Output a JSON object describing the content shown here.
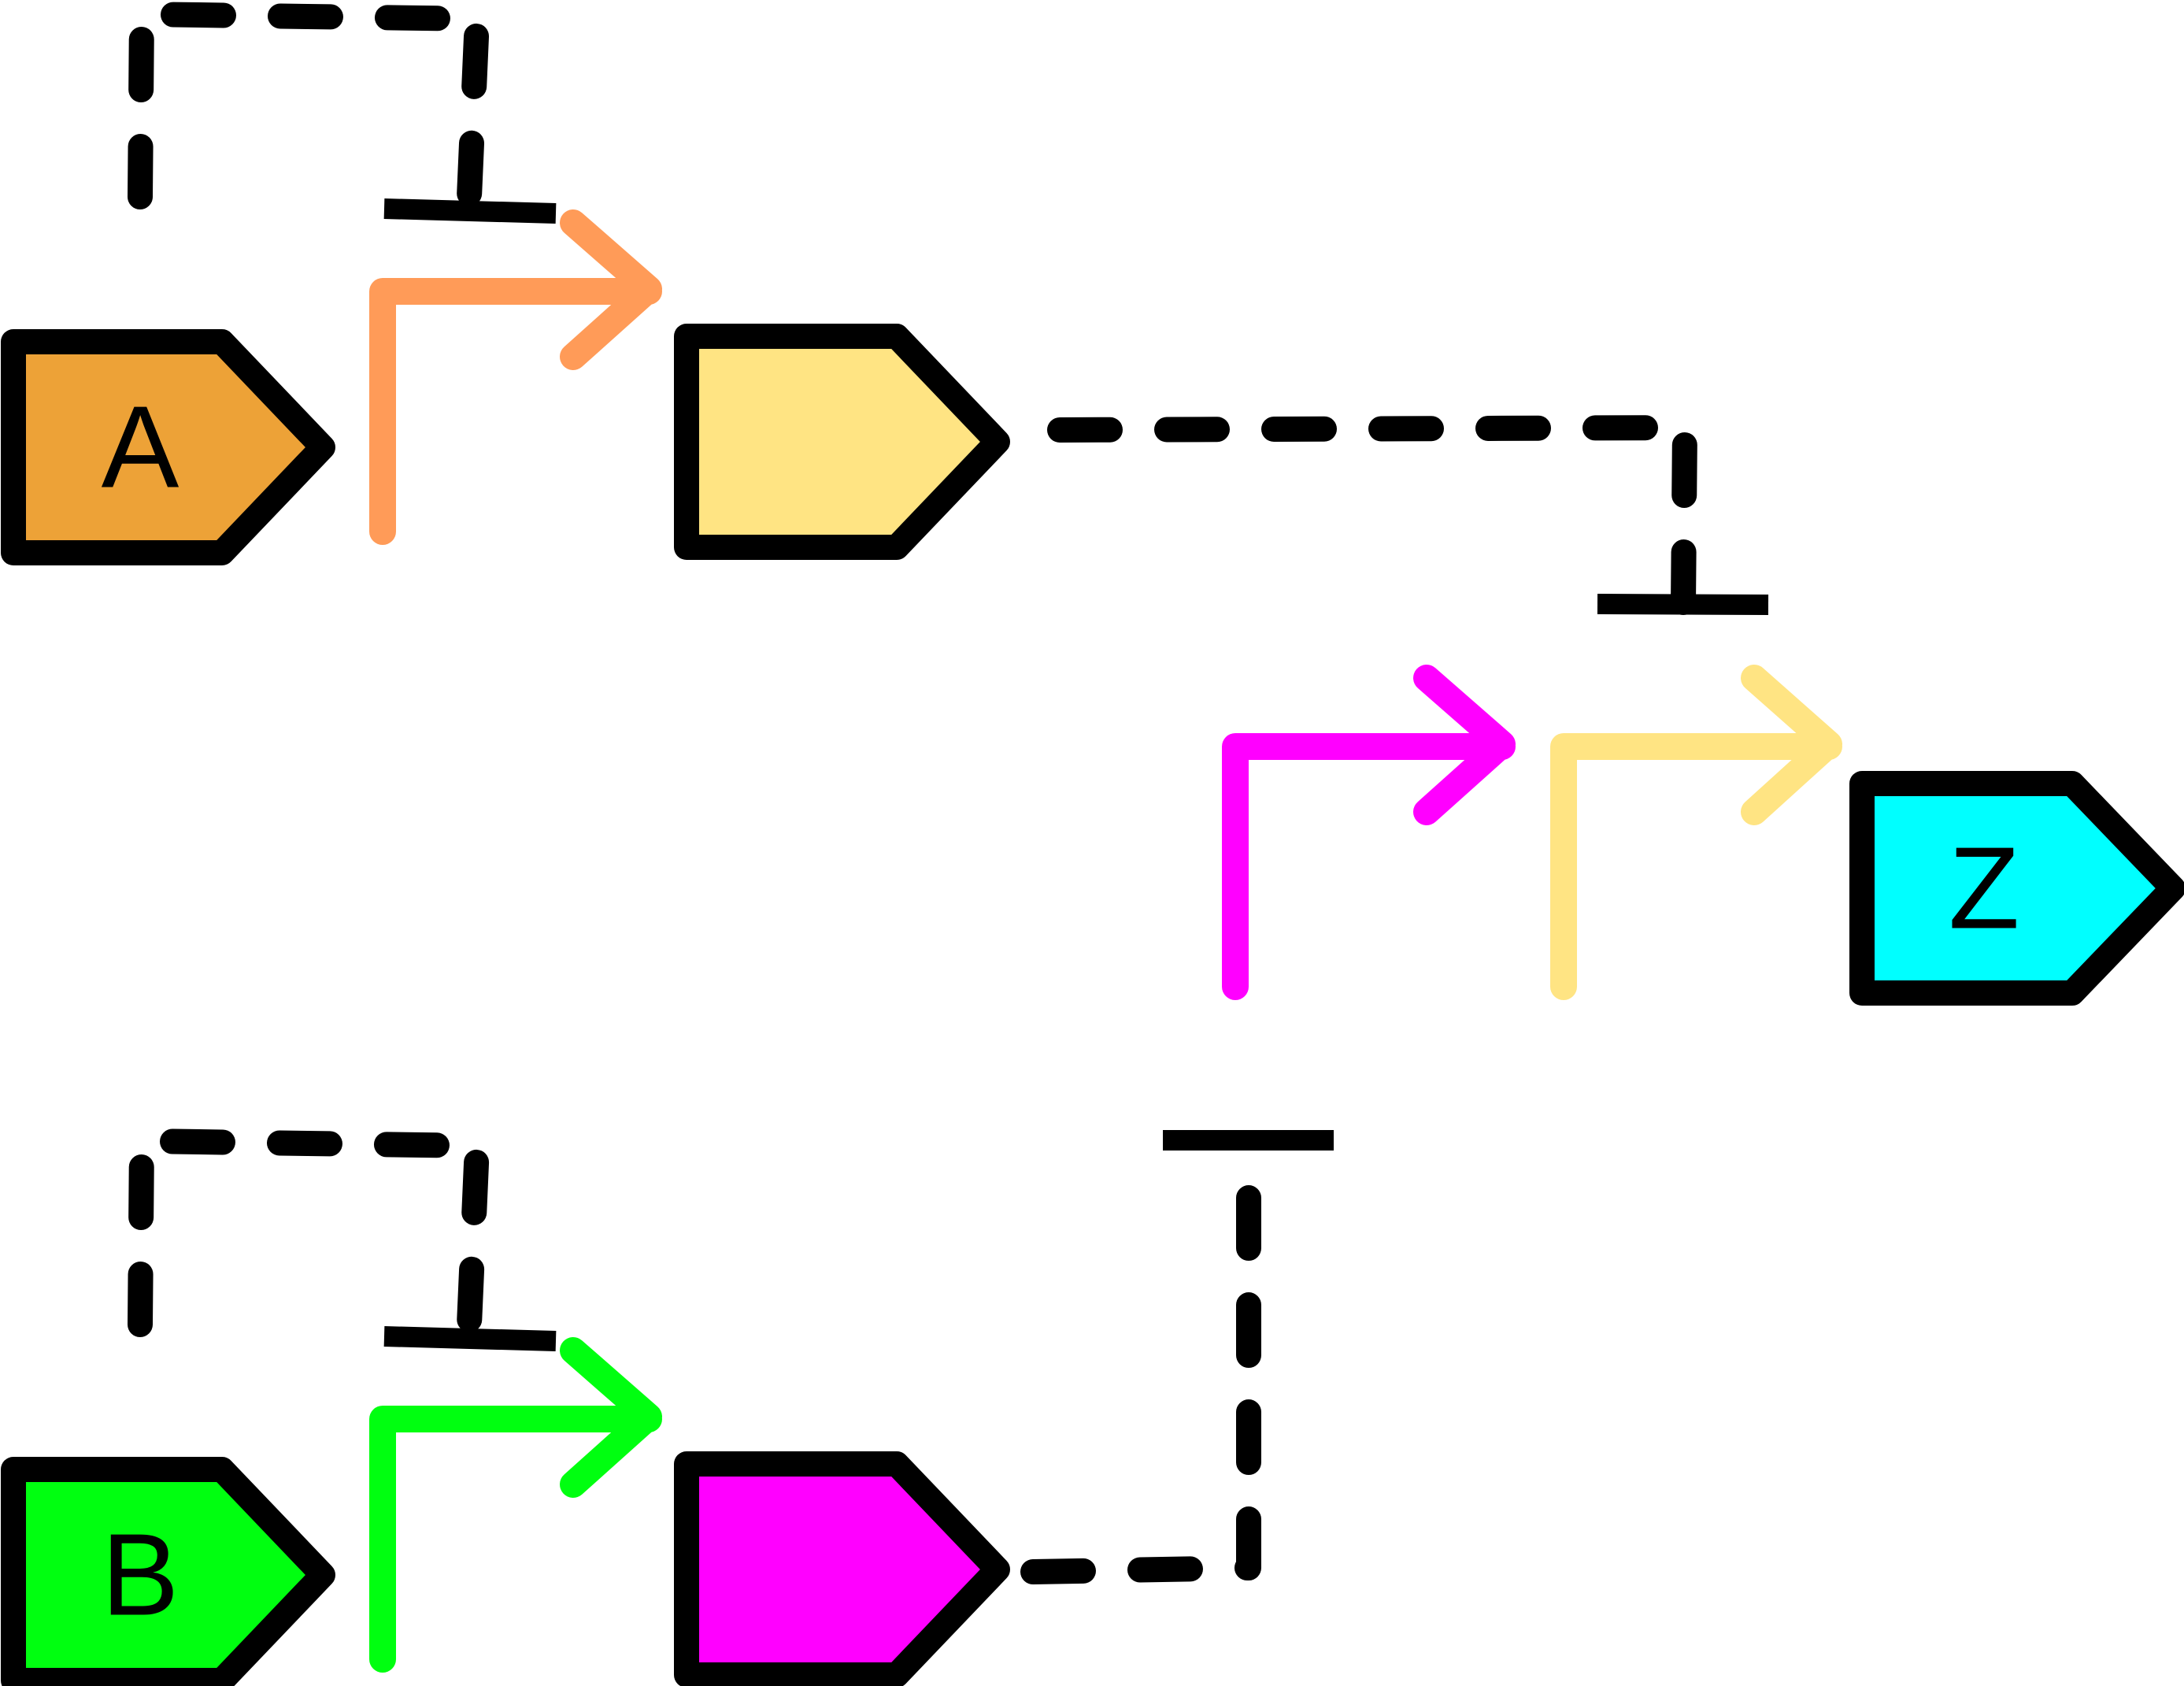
{
  "nodes": {
    "a": {
      "label": "A",
      "fill": "#EDA237"
    },
    "a_product": {
      "label": "",
      "fill": "#FFE483"
    },
    "b": {
      "label": "B",
      "fill": "#00FF10"
    },
    "b_product": {
      "label": "",
      "fill": "#FF00FF"
    },
    "z": {
      "label": "Z",
      "fill": "#00FFFF"
    }
  },
  "promoters": {
    "a_promoter": {
      "color": "#FF9B58"
    },
    "b_promoter": {
      "color": "#00FF10"
    },
    "z_promoter_magenta": {
      "color": "#FF00FF"
    },
    "z_promoter_yellow": {
      "color": "#FFE483"
    }
  },
  "edges": [
    {
      "from": "a",
      "to": "a_promoter",
      "type": "repression",
      "style": "dashed"
    },
    {
      "from": "b",
      "to": "b_promoter",
      "type": "repression",
      "style": "dashed"
    },
    {
      "from": "a_product",
      "to": "z_promoter_yellow",
      "type": "repression",
      "style": "dashed"
    },
    {
      "from": "b_product",
      "to": "z_promoter_magenta",
      "type": "repression",
      "style": "dashed"
    }
  ]
}
